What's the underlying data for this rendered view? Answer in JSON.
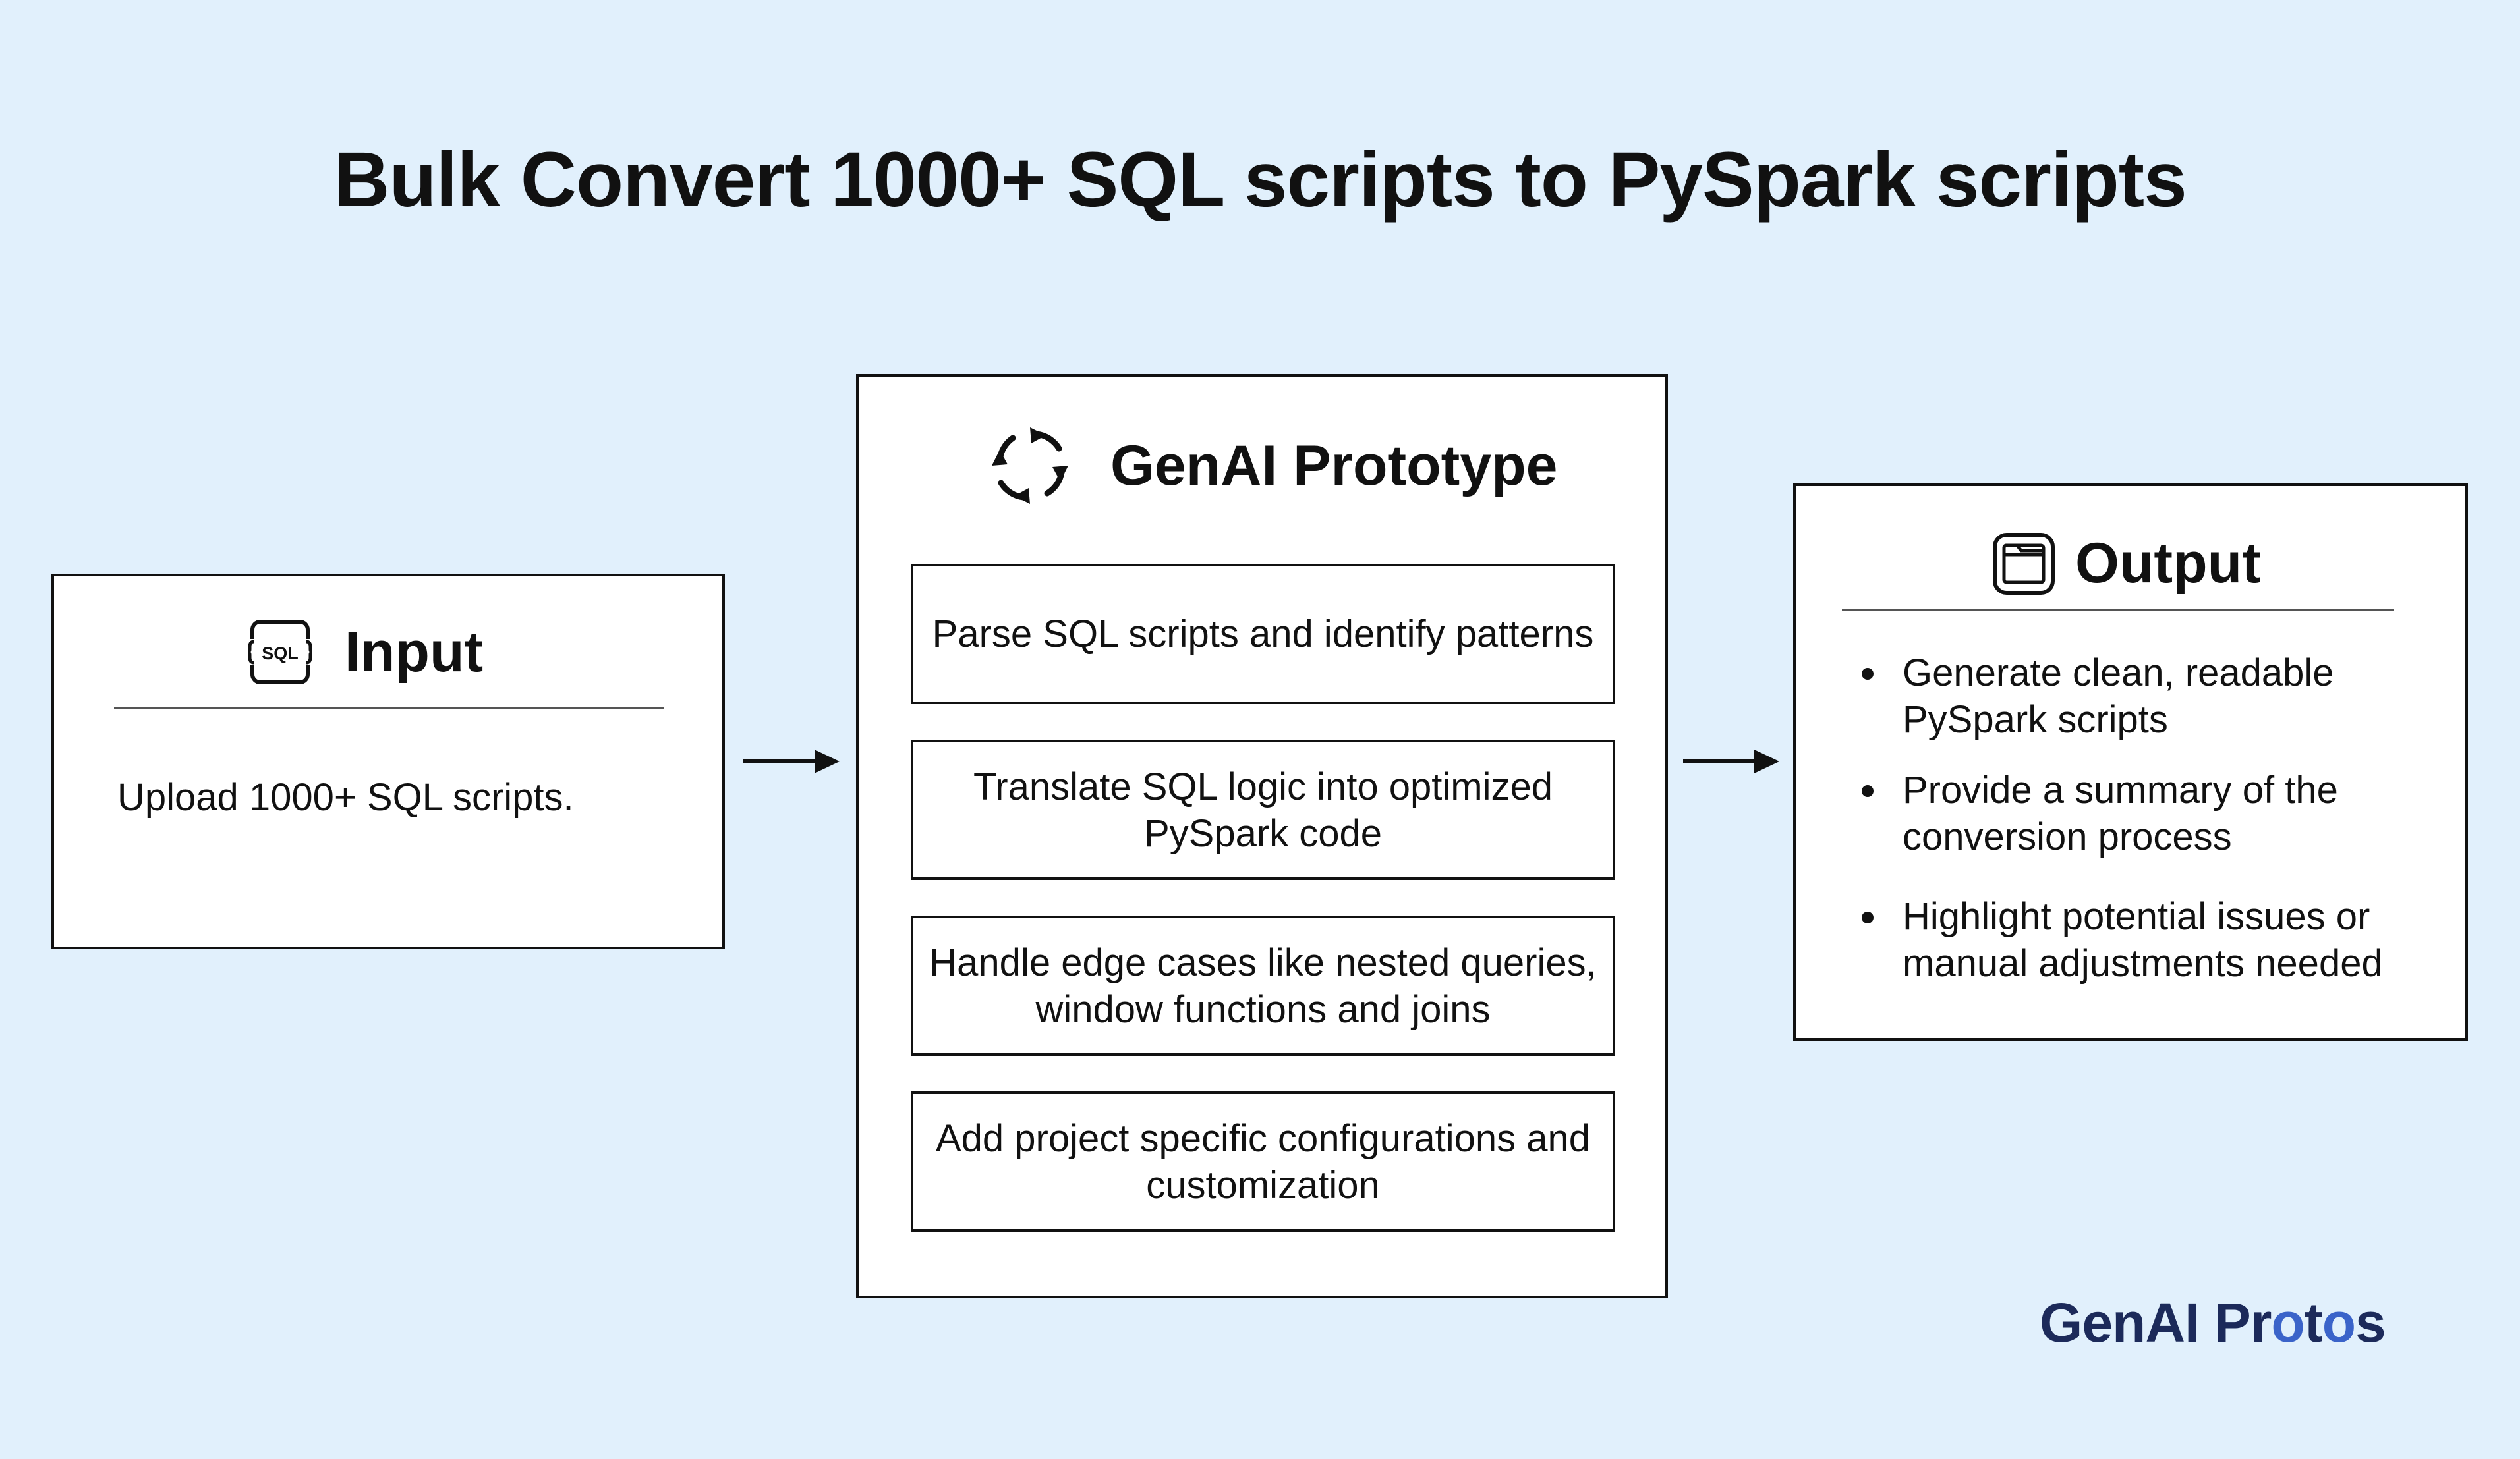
{
  "title": "Bulk Convert 1000+ SQL scripts to PySpark scripts",
  "input": {
    "heading": "Input",
    "icon": "sql-file-icon",
    "icon_text": "SQL",
    "description": "Upload 1000+ SQL scripts."
  },
  "prototype": {
    "heading": "GenAI Prototype",
    "icon": "refresh-cycle-icon",
    "steps": [
      "Parse SQL scripts and identify patterns",
      "Translate SQL logic into optimized PySpark code",
      "Handle edge cases like nested queries, window functions and joins",
      "Add project specific configurations and customization"
    ]
  },
  "output": {
    "heading": "Output",
    "icon": "folder-window-icon",
    "bullets": [
      "Generate clean, readable PySpark scripts",
      "Provide a summary of the conversion process",
      "Highlight potential issues or manual adjustments needed"
    ]
  },
  "logo": {
    "text_start": "GenAI Pr",
    "text_accent": "o",
    "text_mid": "t",
    "text_accent2": "o",
    "text_end": "s"
  },
  "colors": {
    "background": "#e1f0fc",
    "box": "#ffffff",
    "stroke": "#111111",
    "logo": "#1c2a5a",
    "logo_accent": "#3a63c9"
  }
}
